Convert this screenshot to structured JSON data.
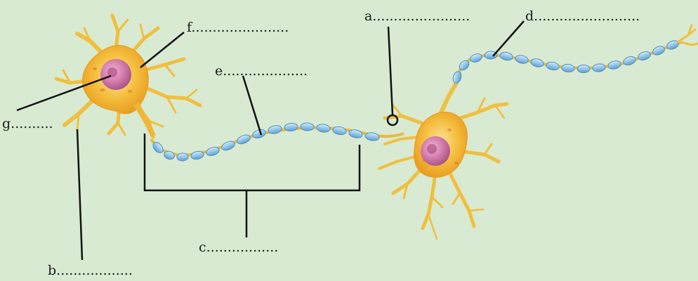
{
  "labels": {
    "a": "a.......................",
    "b": "b..................",
    "c": "c.................",
    "d": "d.........................",
    "e": "e....................",
    "f": "f.......................",
    "g": "g.........."
  },
  "colors": {
    "background": "#d9ead2",
    "cell_body": "#f2b632",
    "dendrite": "#f3c646",
    "nucleus": "#c96fa0",
    "myelin": "#8fc3e6",
    "myelin_edge": "#5e9fd0",
    "leader_line": "#111111"
  }
}
